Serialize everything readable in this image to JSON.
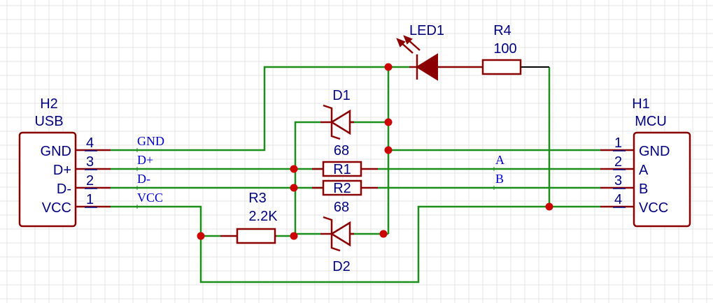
{
  "components": {
    "h2": {
      "designator": "H2",
      "name": "USB",
      "pins": [
        {
          "num": "4",
          "name": "GND"
        },
        {
          "num": "3",
          "name": "D+"
        },
        {
          "num": "2",
          "name": "D-"
        },
        {
          "num": "1",
          "name": "VCC"
        }
      ]
    },
    "h1": {
      "designator": "H1",
      "name": "MCU",
      "pins": [
        {
          "num": "1",
          "name": "GND"
        },
        {
          "num": "2",
          "name": "A"
        },
        {
          "num": "3",
          "name": "B"
        },
        {
          "num": "4",
          "name": "VCC"
        }
      ]
    },
    "led1": {
      "designator": "LED1"
    },
    "r4": {
      "designator": "R4",
      "value": "100"
    },
    "d1": {
      "designator": "D1",
      "value": "68"
    },
    "r1": {
      "designator": "R1"
    },
    "r2": {
      "designator": "R2"
    },
    "d2": {
      "designator": "D2",
      "value": "68"
    },
    "r3": {
      "designator": "R3",
      "value": "2.2K"
    }
  },
  "nets": {
    "left": [
      "GND",
      "D+",
      "D-",
      "VCC"
    ],
    "right": [
      "A",
      "B"
    ]
  },
  "colors": {
    "wire": "#1a8f1a",
    "component": "#8b0000",
    "junction": "#cc0000",
    "text": "#000080",
    "net_label": "#0000cc",
    "grid": "#e6e6e6"
  }
}
